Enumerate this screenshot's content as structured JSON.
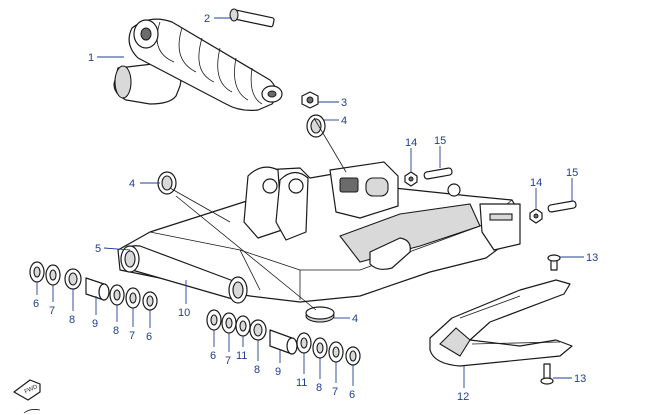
{
  "parts": [
    {
      "id": "p1",
      "label": "1"
    },
    {
      "id": "p2",
      "label": "2"
    },
    {
      "id": "p3",
      "label": "3"
    },
    {
      "id": "p4a",
      "label": "4"
    },
    {
      "id": "p4b",
      "label": "4"
    },
    {
      "id": "p4c",
      "label": "4"
    },
    {
      "id": "p5",
      "label": "5"
    },
    {
      "id": "p6a",
      "label": "6"
    },
    {
      "id": "p7a",
      "label": "7"
    },
    {
      "id": "p8a",
      "label": "8"
    },
    {
      "id": "p9a",
      "label": "9"
    },
    {
      "id": "p8b",
      "label": "8"
    },
    {
      "id": "p7b",
      "label": "7"
    },
    {
      "id": "p6b",
      "label": "6"
    },
    {
      "id": "p10",
      "label": "10"
    },
    {
      "id": "p6c",
      "label": "6"
    },
    {
      "id": "p7c",
      "label": "7"
    },
    {
      "id": "p11a",
      "label": "11"
    },
    {
      "id": "p8c",
      "label": "8"
    },
    {
      "id": "p9b",
      "label": "9"
    },
    {
      "id": "p11b",
      "label": "11"
    },
    {
      "id": "p8d",
      "label": "8"
    },
    {
      "id": "p7d",
      "label": "7"
    },
    {
      "id": "p6d",
      "label": "6"
    },
    {
      "id": "p12",
      "label": "12"
    },
    {
      "id": "p13a",
      "label": "13"
    },
    {
      "id": "p13b",
      "label": "13"
    },
    {
      "id": "p14a",
      "label": "14"
    },
    {
      "id": "p15a",
      "label": "15"
    },
    {
      "id": "p14b",
      "label": "14"
    },
    {
      "id": "p15b",
      "label": "15"
    }
  ],
  "direction_marker": "FWD"
}
